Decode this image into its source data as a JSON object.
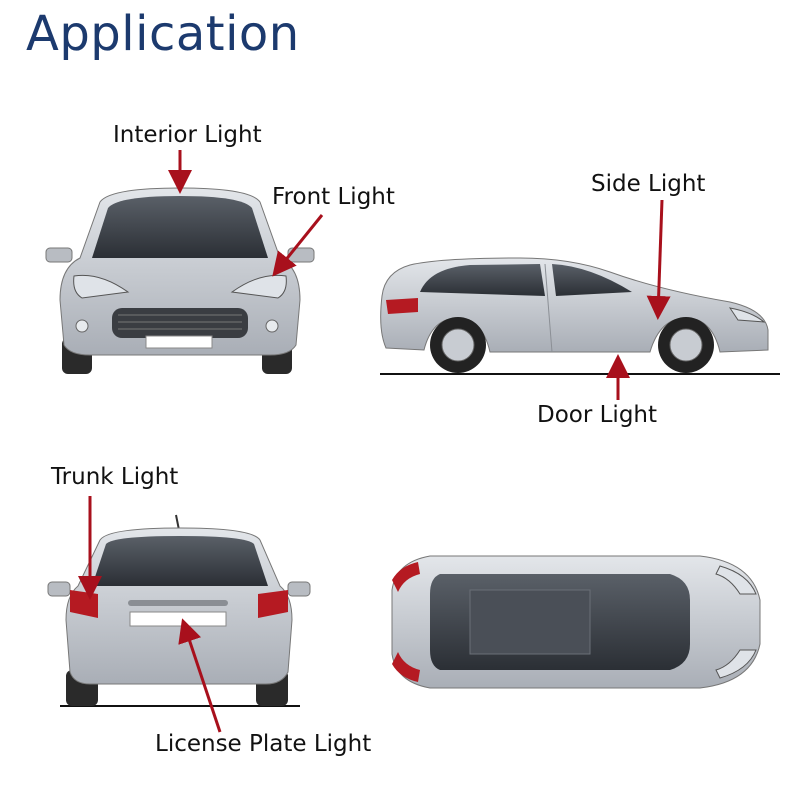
{
  "title": "Application",
  "labels": {
    "interior": "Interior Light",
    "front": "Front Light",
    "side": "Side Light",
    "door": "Door Light",
    "trunk": "Trunk Light",
    "license": "License Plate Light"
  },
  "colors": {
    "title": "#1c3a6e",
    "arrow": "#a8101c",
    "car_body": "#c9cdd3",
    "car_glass": "#3a3f47"
  }
}
